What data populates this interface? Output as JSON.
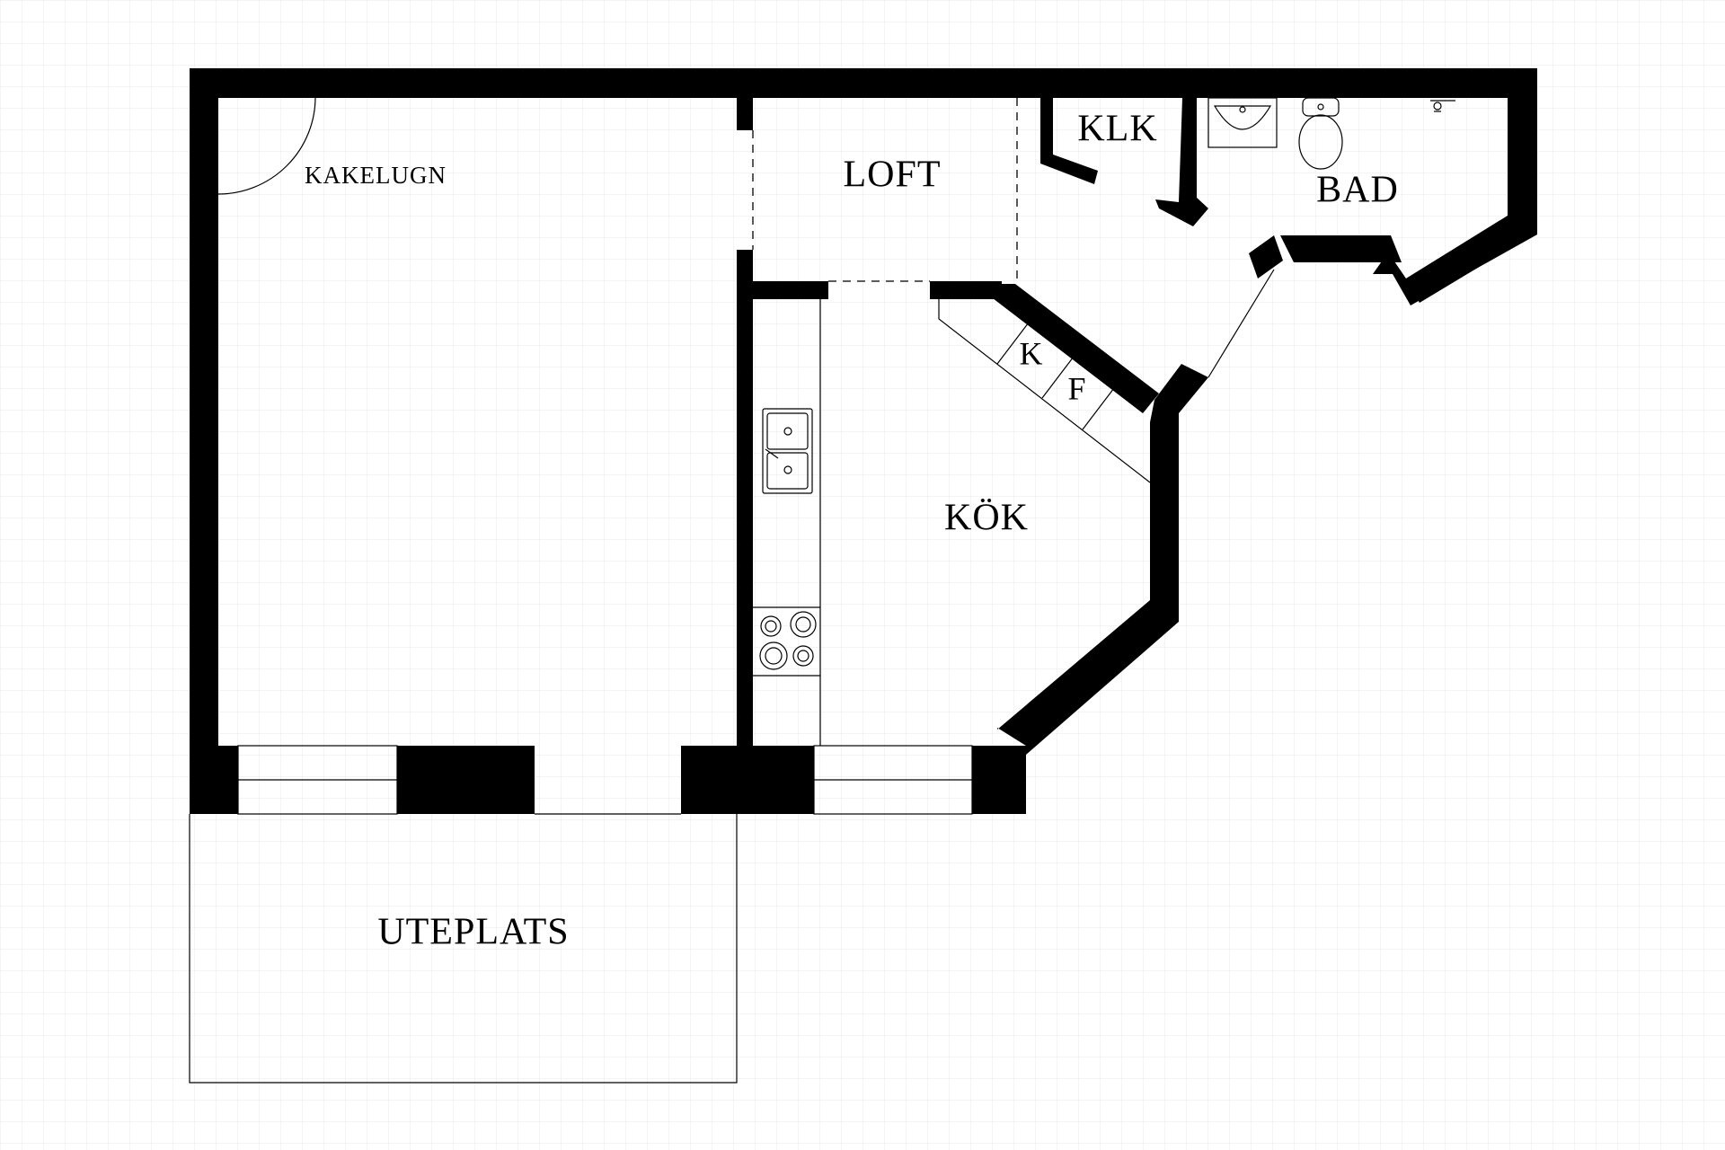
{
  "plan": {
    "rooms": {
      "kakelugn": "KAKELUGN",
      "loft": "LOFT",
      "klk": "KLK",
      "bad": "BAD",
      "kok": "KÖK",
      "uteplats": "UTEPLATS",
      "k": "K",
      "f": "F"
    },
    "colors": {
      "wall": "#000000",
      "background": "#ffffff",
      "grid": "#e9e9e9"
    }
  }
}
